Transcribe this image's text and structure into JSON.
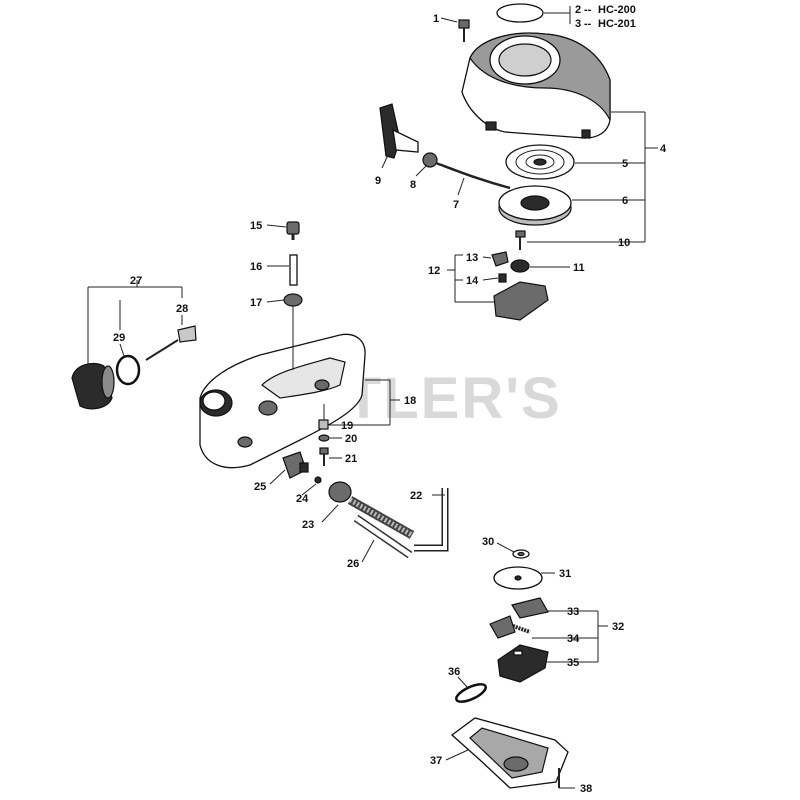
{
  "watermark": "CUTLER'S",
  "model_labels": [
    {
      "number": "2",
      "text": "HC-200"
    },
    {
      "number": "3",
      "text": "HC-201"
    }
  ],
  "callouts": {
    "c1": "1",
    "c4": "4",
    "c5": "5",
    "c6": "6",
    "c7": "7",
    "c8": "8",
    "c9": "9",
    "c10": "10",
    "c11": "11",
    "c12": "12",
    "c13": "13",
    "c14": "14",
    "c15": "15",
    "c16": "16",
    "c17": "17",
    "c18": "18",
    "c19": "19",
    "c20": "20",
    "c21": "21",
    "c22": "22",
    "c23": "23",
    "c24": "24",
    "c25": "25",
    "c26": "26",
    "c27": "27",
    "c28": "28",
    "c29": "29",
    "c30": "30",
    "c31": "31",
    "c32": "32",
    "c33": "33",
    "c34": "34",
    "c35": "35",
    "c36": "36",
    "c37": "37",
    "c38": "38"
  }
}
